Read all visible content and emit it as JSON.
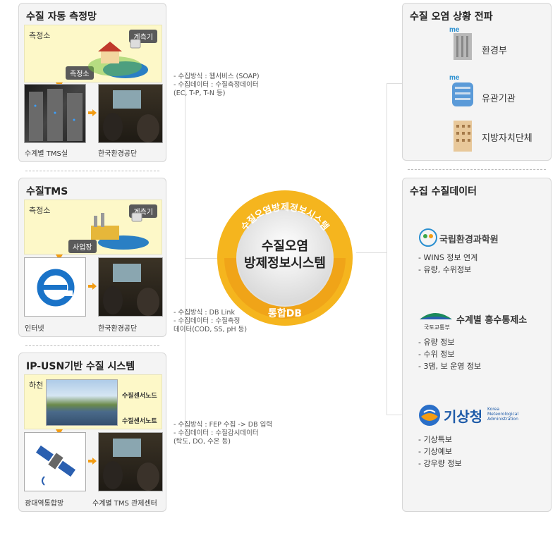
{
  "left": {
    "p1": {
      "title": "수질 자동 측정망",
      "site": "측정소",
      "tag_meter": "계측기",
      "tag_station": "측정소",
      "cap1": "수계별 TMS실",
      "cap2": "한국환경공단"
    },
    "p2": {
      "title": "수질TMS",
      "site": "측정소",
      "tag_meter": "계측기",
      "tag_factory": "사업장",
      "cap1": "인터넷",
      "cap2": "한국환경공단"
    },
    "p3": {
      "title": "IP-USN기반 수질 시스템",
      "site": "하천",
      "tag_node1": "수질센서노드",
      "tag_node2": "수질센서노트",
      "cap1": "광대역통합망",
      "cap2": "수계별 TMS 관제센터"
    }
  },
  "notes": {
    "n1": [
      "- 수집방식 : 웹서비스 (SOAP)",
      "- 수집데이터 : 수질측정데이터",
      "(EC, T-P, T-N 등)"
    ],
    "n2": [
      "- 수집방식 : DB Link",
      "- 수집데이터 : 수질측정",
      "데이터(COD, SS, pH 등)"
    ],
    "n3": [
      "- 수집방식 : FEP 수집 -> DB 입력",
      "- 수집데이터 : 수질감시데이터",
      "(탁도, DO, 수온 등)"
    ]
  },
  "center": {
    "ring_top": "수질오염방제정보시스템",
    "main1": "수질오염",
    "main2": "방제정보시스템",
    "ring_bottom": "통합DB"
  },
  "right": {
    "spread": {
      "title": "수질 오염 상황 전파",
      "items": [
        "환경부",
        "유관기관",
        "지방자치단체"
      ],
      "logo": "me"
    },
    "data": {
      "title": "수집 수질데이터",
      "org1": {
        "name": "국립환경과학원",
        "items": [
          "- WINS 정보 연계",
          "- 유량, 수위정보"
        ]
      },
      "org2": {
        "name": "수계별 홍수통제소",
        "sub": "국토교통부",
        "items": [
          "- 유량 정보",
          "- 수위 정보",
          "- 3댐, 보 운영 정보"
        ]
      },
      "org3": {
        "name": "기상청",
        "sub1": "Korea",
        "sub2": "Meteorological",
        "sub3": "Administration",
        "items": [
          "- 기상특보",
          "- 기상예보",
          "- 강우량 정보"
        ]
      }
    }
  },
  "colors": {
    "ring": "#f5b51e",
    "ring_dark": "#e89a10",
    "accent": "#f39c12"
  }
}
